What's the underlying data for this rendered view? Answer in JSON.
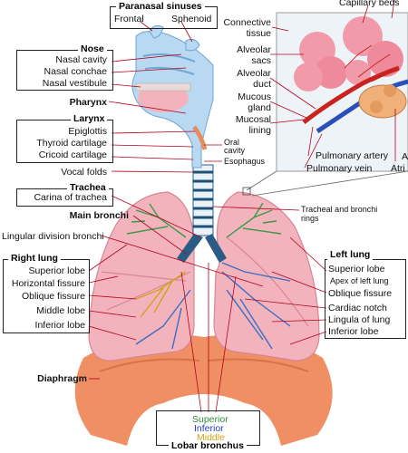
{
  "sinuses": {
    "title": "Paranasal sinuses",
    "frontal": "Frontal",
    "sphenoid": "Sphenoid"
  },
  "nose": {
    "title": "Nose",
    "items": [
      "Nasal cavity",
      "Nasal conchae",
      "Nasal vestibule"
    ]
  },
  "pharynx": "Pharynx",
  "larynx": {
    "title": "Larynx",
    "items": [
      "Epiglottis",
      "Thyroid cartilage",
      "Cricoid cartilage"
    ]
  },
  "vocal_folds": "Vocal folds",
  "trachea": {
    "title": "Trachea",
    "carina": "Carina of trachea"
  },
  "main_bronchi": "Main bronchi",
  "lingular": "Lingular division bronchi",
  "right_lung": {
    "title": "Right lung",
    "items": [
      "Superior lobe",
      "Horizontal fissure",
      "Oblique fissure",
      "Middle lobe",
      "Inferior lobe"
    ]
  },
  "diaphragm": "Diaphragm",
  "oral_cavity": [
    "Oral",
    "cavity"
  ],
  "esophagus": "Esophagus",
  "rings": [
    "Tracheal and bronchi",
    "rings"
  ],
  "left_lung": {
    "title": "Left lung",
    "items": [
      "Superior lobe",
      "Apex of left lung",
      "Oblique fissure",
      "Cardiac notch",
      "Lingula of lung",
      "Inferior lobe"
    ]
  },
  "lobar": {
    "title": "Lobar bronchus",
    "superior": "Superior",
    "inferior": "Inferior",
    "middle": "Middle"
  },
  "inset": {
    "capillary": "Capillary beds",
    "connective": [
      "Connective",
      "tissue"
    ],
    "alveolar_sacs": [
      "Alveolar",
      "sacs"
    ],
    "alveolar_duct": [
      "Alveolar",
      "duct"
    ],
    "mucous": [
      "Mucous",
      "gland"
    ],
    "mucosal": [
      "Mucosal",
      "lining"
    ],
    "artery": "Pulmonary artery",
    "vein": "Pulmonary vein",
    "cut_a": "A",
    "cut_atri": "Atri"
  },
  "colors": {
    "lung": "#f3b3bd",
    "airway": "#b9d8f2",
    "diaphragm": "#ef8f63",
    "superior": "#2e8b3a",
    "inferior": "#1f3fbf",
    "middle": "#d1a21a"
  }
}
